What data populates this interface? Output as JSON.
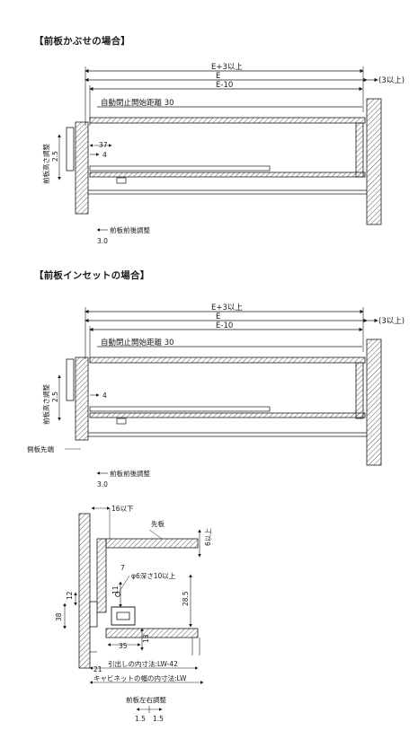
{
  "section1": {
    "title": "【前板かぶせの場合】",
    "dim_e_plus3": "E+3以上",
    "dim_e": "E",
    "dim_e_minus10": "E-10",
    "dim_3": "(3以上)",
    "auto_close": "自動閉止開始距離 30",
    "height_adjust": "前板高さ調整",
    "height_val": "2.5",
    "dim_37": "37",
    "dim_4": "4",
    "front_back_adjust": "前板前後調整",
    "front_back_val": "3.0"
  },
  "section2": {
    "title": "【前板インセットの場合】",
    "dim_e_plus3": "E+3以上",
    "dim_e": "E",
    "dim_e_minus10": "E-10",
    "dim_3": "(3以上)",
    "auto_close": "自動閉止開始距離 30",
    "height_adjust": "前板高さ調整",
    "height_val": "2.5",
    "dim_4": "4",
    "side_edge": "側板先端",
    "front_back_adjust": "前板前後調整",
    "front_back_val": "3.0"
  },
  "section3": {
    "dim_16": "16以下",
    "front_board": "先板",
    "dim_6": "6以上",
    "dim_7": "7",
    "hole": "φ6深さ10以上",
    "dim_11": "11",
    "dim_285": "28.5",
    "dim_12": "12",
    "dim_38": "38",
    "dim_35": "35",
    "dim_13": "13",
    "dim_21": "21",
    "drawer_inner": "引出しの内寸法:LW-42",
    "cabinet_inner": "キャビネットの幅の内寸法:LW",
    "lr_adjust": "前板左右調整",
    "lr_val1": "1.5",
    "lr_val2": "1.5"
  }
}
